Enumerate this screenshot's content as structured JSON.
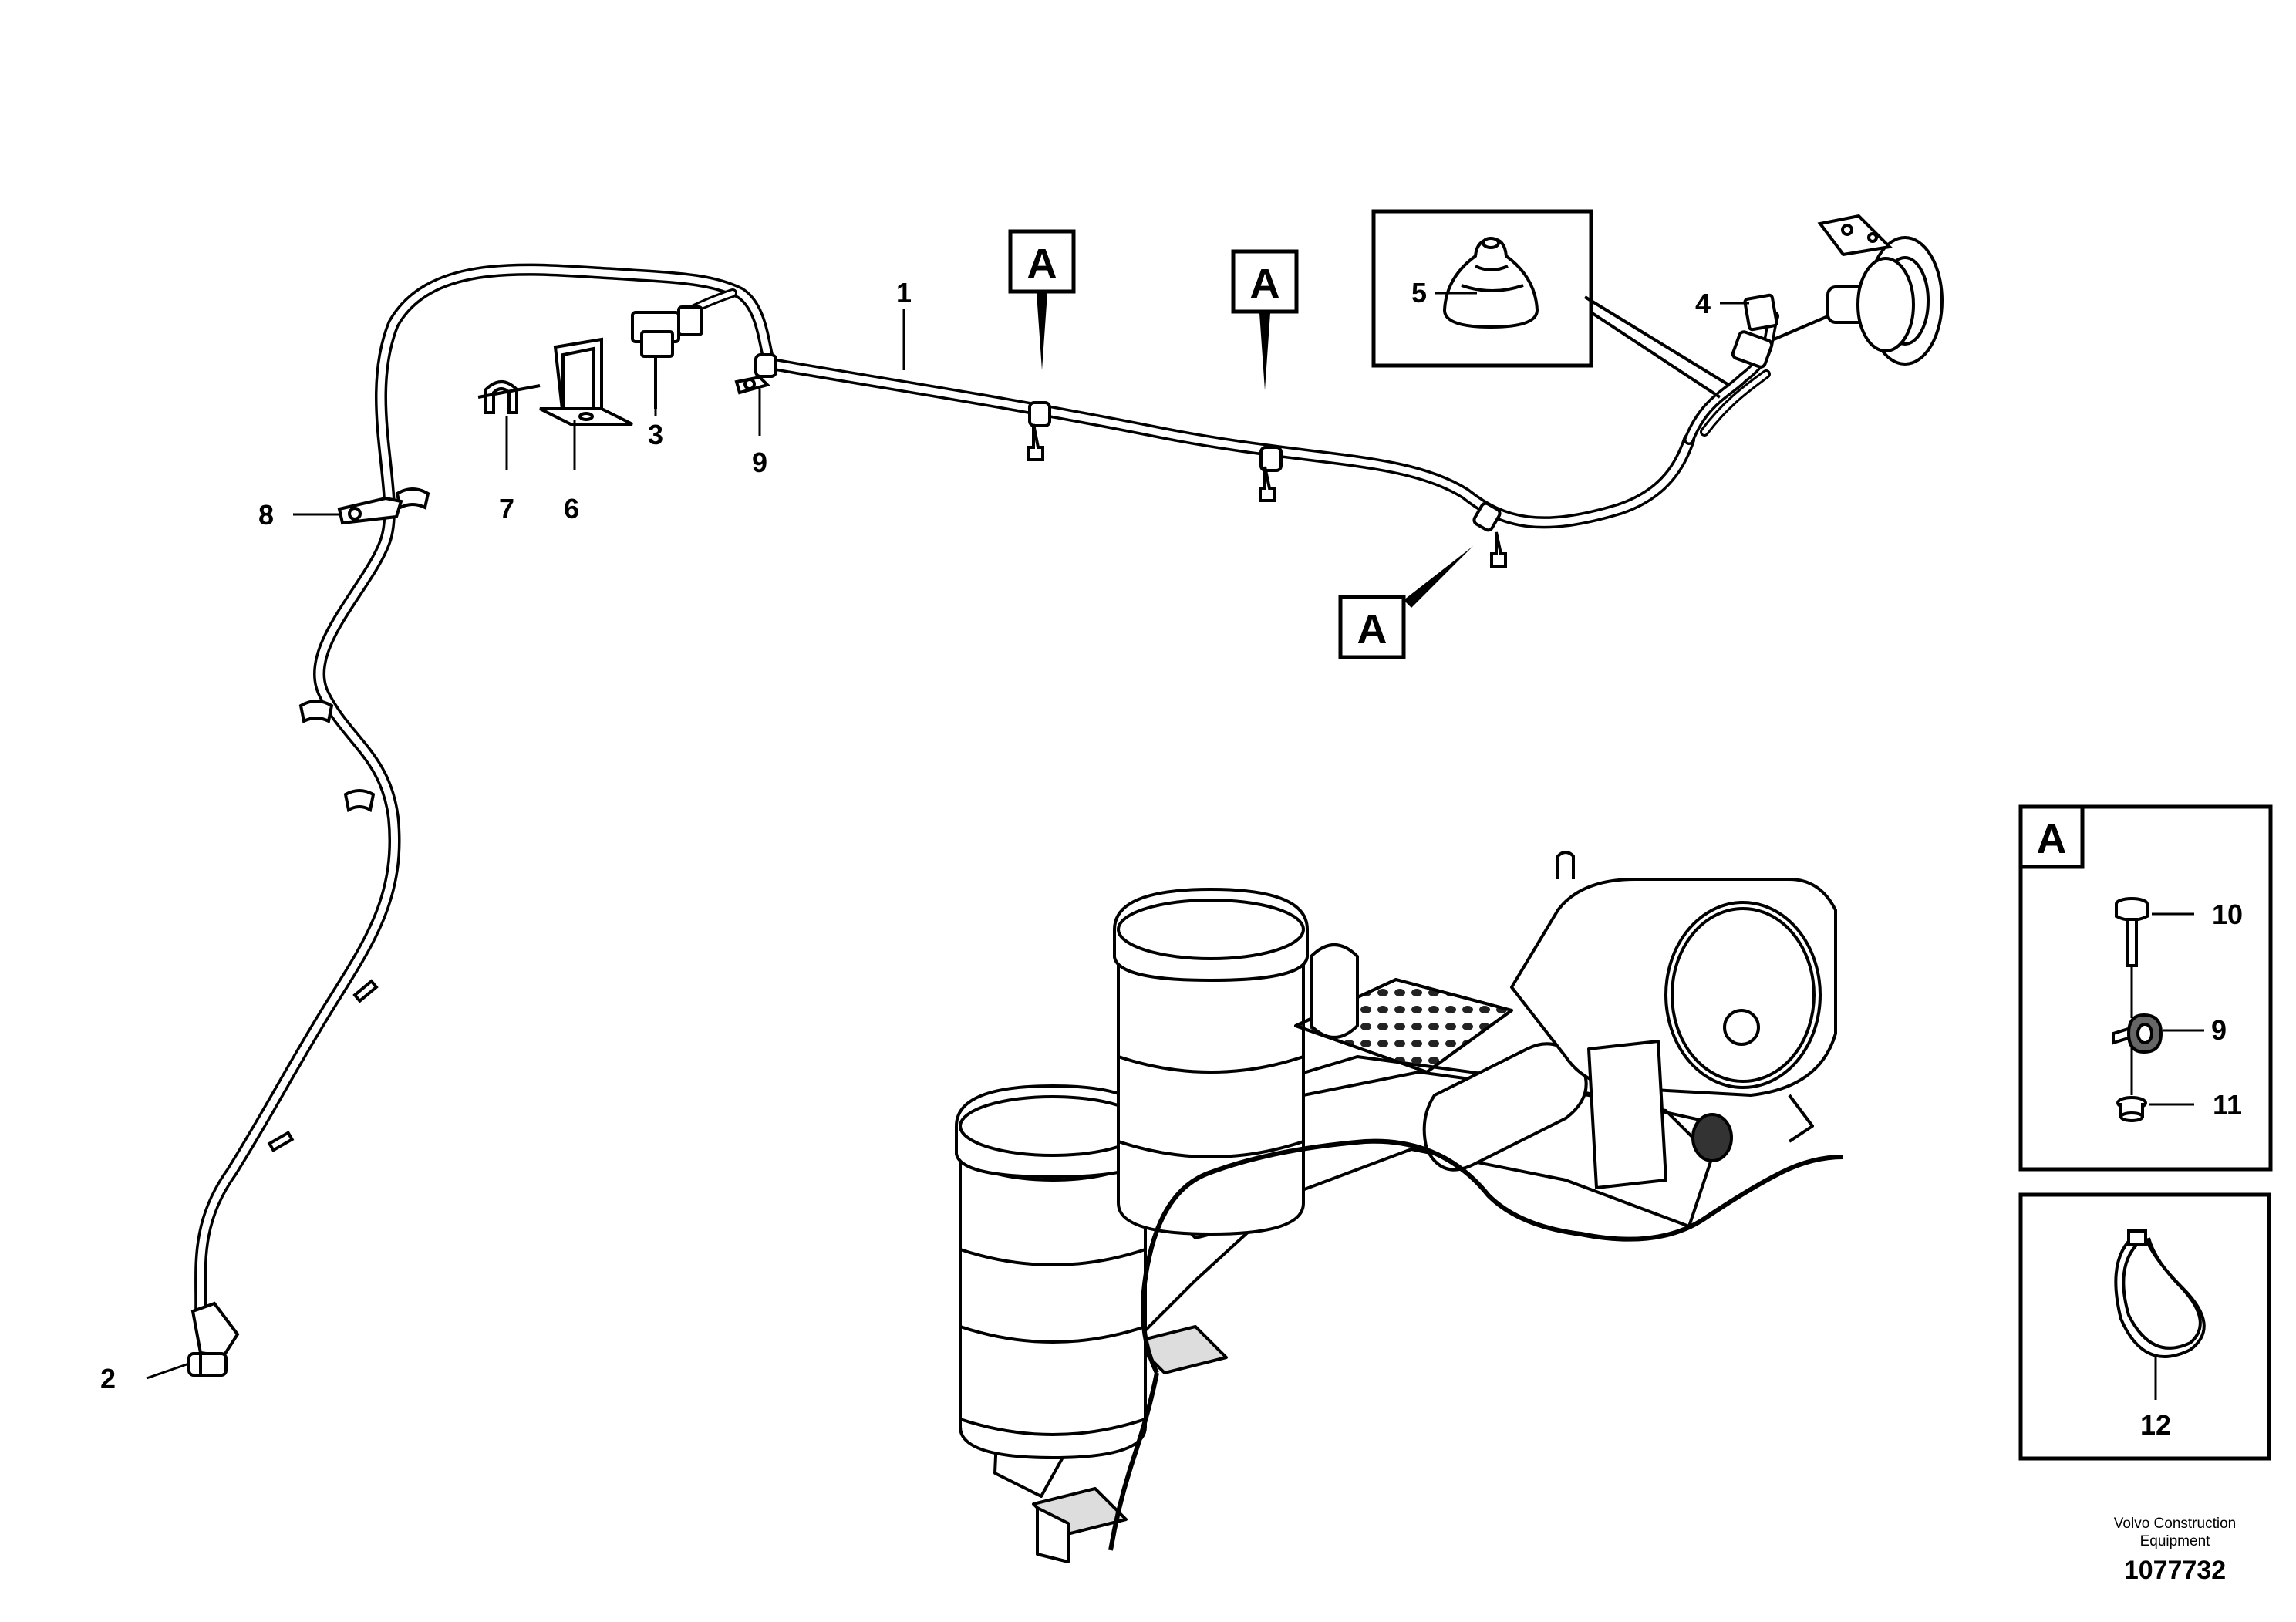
{
  "callouts": {
    "n1": "1",
    "n2": "2",
    "n3": "3",
    "n4": "4",
    "n5": "5",
    "n6": "6",
    "n7": "7",
    "n8": "8",
    "n9": "9",
    "n9b": "9",
    "n10": "10",
    "n11": "11",
    "n12": "12"
  },
  "section_markers": {
    "marker_1": "A",
    "marker_2": "A",
    "marker_3": "A",
    "detail_title": "A"
  },
  "credit": {
    "line1": "Volvo Construction",
    "line2": "Equipment",
    "drawing_number": "1077732"
  }
}
